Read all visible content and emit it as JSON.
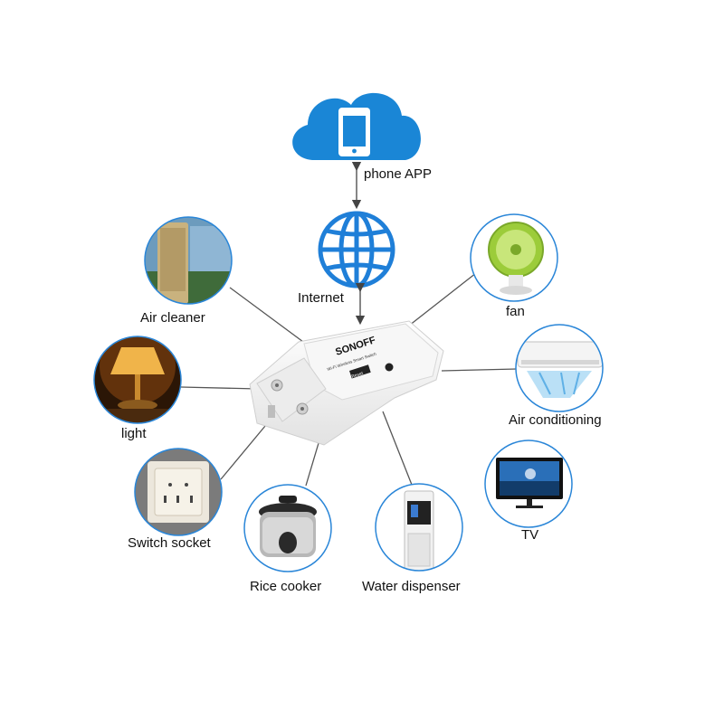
{
  "cloud": {
    "label": "phone APP"
  },
  "internet": {
    "label": "Internet"
  },
  "device": {
    "brand": "SONOFF",
    "small_text": "Wi-Fi Wireless Smart Switch",
    "button_label": "Reset"
  },
  "appliances": {
    "air_cleaner": "Air cleaner",
    "light": "light",
    "switch_socket": "Switch socket",
    "rice_cooker": "Rice cooker",
    "water_dispenser": "Water dispenser",
    "fan": "fan",
    "air_conditioning": "Air conditioning",
    "tv": "TV"
  },
  "colors": {
    "cloud": "#1a86d6",
    "globe": "#1f7fd8",
    "circle_outline": "#2a86d8",
    "connector": "#555555",
    "device_body": "#f4f4f4"
  }
}
